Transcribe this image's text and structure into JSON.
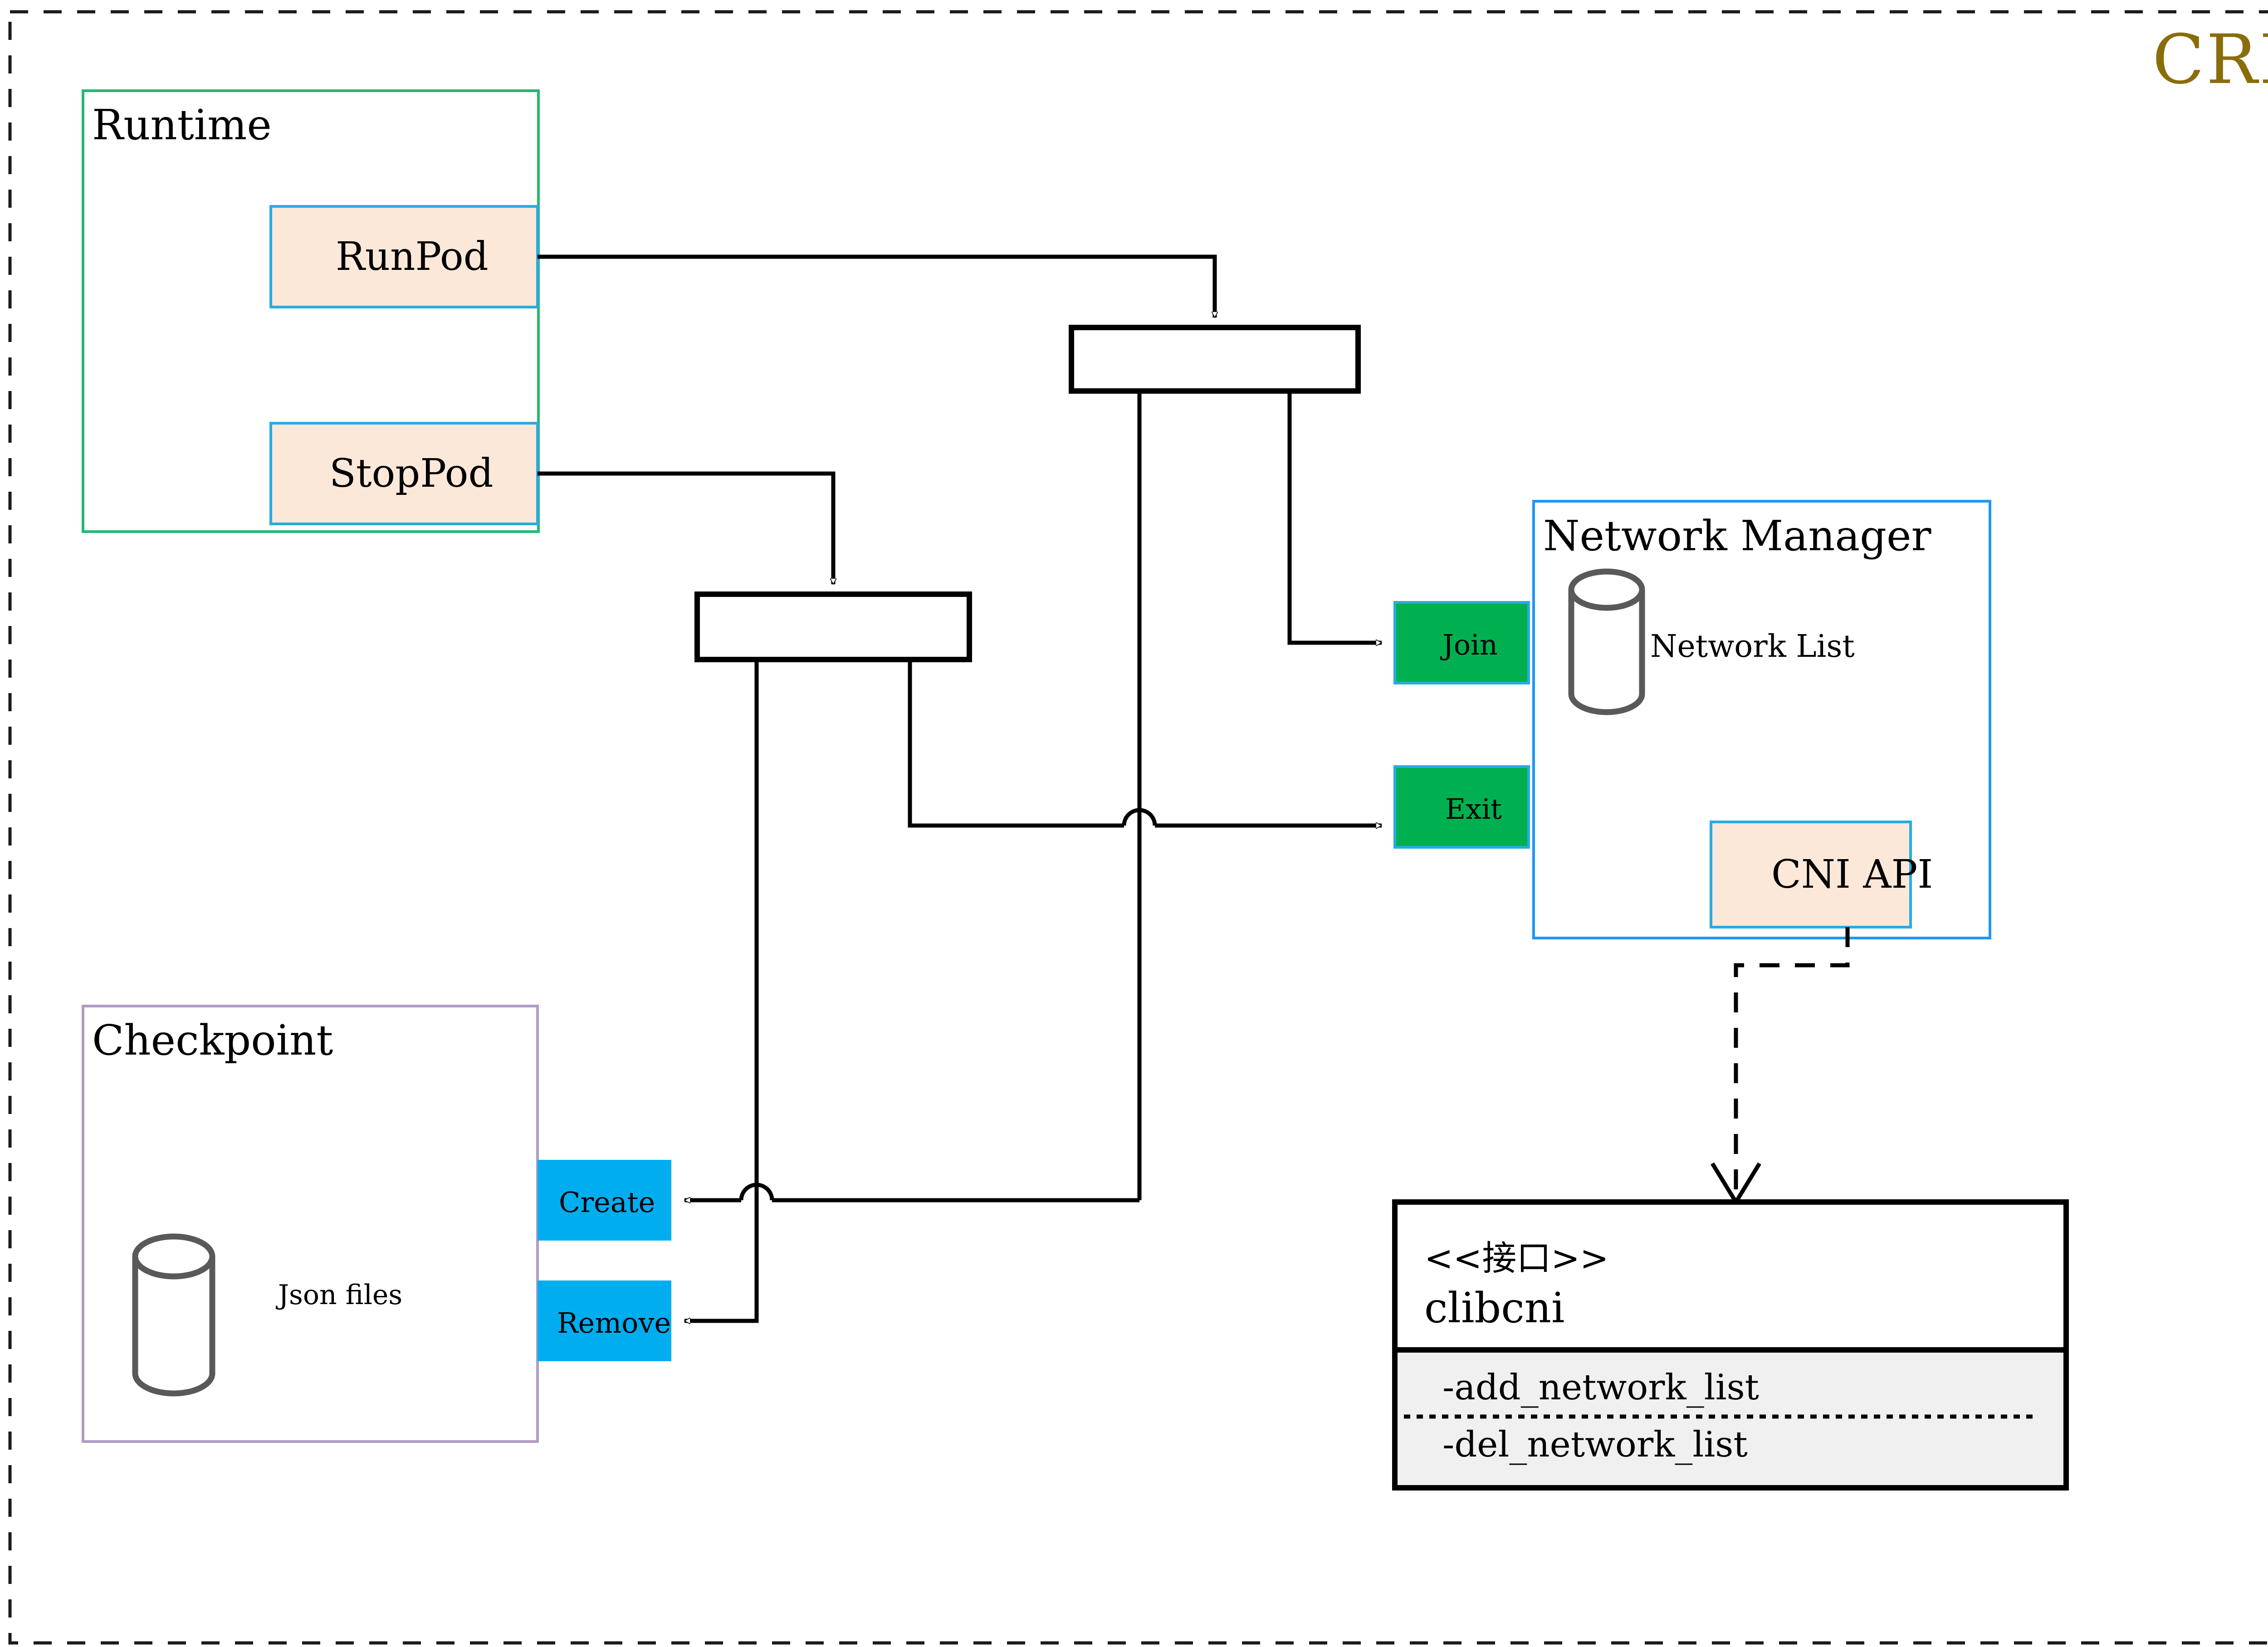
{
  "diagram": {
    "title": "CRI",
    "title_color": "#8a6d0b",
    "canvas_border": "dashed",
    "packages": [
      {
        "id": "runtime",
        "label": "Runtime",
        "border_color": "#2bb673",
        "fill": "#ffffff"
      },
      {
        "id": "netmgr",
        "label": "Network Manager",
        "border_color": "#2196f3",
        "fill": "#ffffff"
      },
      {
        "id": "checkpoint",
        "label": "Checkpoint",
        "border_color": "#b09cc4",
        "fill": "#ffffff"
      }
    ],
    "operations": [
      {
        "id": "runpod",
        "label": "RunPod",
        "fill": "#fce8d9",
        "border_color": "#29abe2",
        "group": "runtime"
      },
      {
        "id": "stoppod",
        "label": "StopPod",
        "fill": "#fce8d9",
        "border_color": "#29abe2",
        "group": "runtime"
      },
      {
        "id": "cniapi",
        "label": "CNI API",
        "fill": "#fce8d9",
        "border_color": "#29abe2",
        "group": "netmgr"
      },
      {
        "id": "join",
        "label": "Join",
        "fill": "#00b050",
        "border_color": "#29abe2",
        "group": "netmgr"
      },
      {
        "id": "exit",
        "label": "Exit",
        "fill": "#00b050",
        "border_color": "#29abe2",
        "group": "netmgr"
      },
      {
        "id": "create",
        "label": "Create",
        "fill": "#00aeef",
        "border_color": "#00aeef",
        "group": "checkpoint"
      },
      {
        "id": "remove",
        "label": "Remove",
        "fill": "#00aeef",
        "border_color": "#00aeef",
        "group": "checkpoint"
      }
    ],
    "datastores": [
      {
        "id": "network-list",
        "label": "Network List",
        "group": "netmgr",
        "stroke": "#595959"
      },
      {
        "id": "json-files",
        "label": "Json files",
        "group": "checkpoint",
        "stroke": "#595959"
      }
    ],
    "fork_nodes": [
      {
        "id": "fork-run",
        "label": ""
      },
      {
        "id": "fork-stop",
        "label": ""
      }
    ],
    "interface": {
      "stereotype": "<<接口>>",
      "name": "clibcni",
      "methods": [
        "-add_network_list",
        "-del_network_list"
      ],
      "section_fill": "#f0f0f0",
      "border_color": "#000000"
    },
    "edges": [
      {
        "from": "runpod",
        "to": "fork-run",
        "style": "solid",
        "arrow": "hollow-triangle"
      },
      {
        "from": "stoppod",
        "to": "fork-stop",
        "style": "solid",
        "arrow": "hollow-triangle"
      },
      {
        "from": "fork-run",
        "to": "join",
        "style": "solid",
        "arrow": "open-triangle"
      },
      {
        "from": "fork-run",
        "to": "create",
        "style": "solid",
        "arrow": "open-triangle"
      },
      {
        "from": "fork-stop",
        "to": "exit",
        "style": "solid",
        "arrow": "open-triangle"
      },
      {
        "from": "fork-stop",
        "to": "remove",
        "style": "solid",
        "arrow": "open-triangle"
      },
      {
        "from": "cniapi",
        "to": "clibcni",
        "style": "dashed",
        "arrow": "open-v"
      }
    ]
  }
}
